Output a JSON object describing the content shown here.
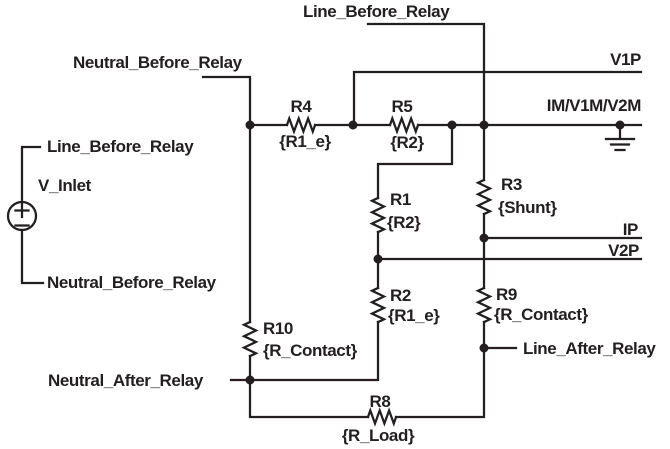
{
  "diagram": {
    "type": "circuit-schematic",
    "colors": {
      "ink": "#231f20",
      "background": "#ffffff"
    },
    "icons": {
      "ground": "earth-ground-icon",
      "voltage_source": "circle-plus-minus-source-icon"
    },
    "nets": {
      "line_before_relay_top": "Line_Before_Relay",
      "neutral_before_relay_top": "Neutral_Before_Relay",
      "v1p": "V1P",
      "im_v1m_v2m": "IM/V1M/V2M",
      "line_before_relay_inlet": "Line_Before_Relay",
      "neutral_before_relay_inlet": "Neutral_Before_Relay",
      "ip": "IP",
      "v2p": "V2P",
      "line_after_relay": "Line_After_Relay",
      "neutral_after_relay": "Neutral_After_Relay"
    },
    "source": {
      "ref": "V_Inlet",
      "plus": "+",
      "minus": "−"
    },
    "resistors": {
      "r4": {
        "ref": "R4",
        "value": "{R1_e}"
      },
      "r5": {
        "ref": "R5",
        "value": "{R2}"
      },
      "r1": {
        "ref": "R1",
        "value": "{R2}"
      },
      "r3": {
        "ref": "R3",
        "value": "{Shunt}"
      },
      "r2": {
        "ref": "R2",
        "value": "{R1_e}"
      },
      "r9": {
        "ref": "R9",
        "value": "{R_Contact}"
      },
      "r10": {
        "ref": "R10",
        "value": "{R_Contact}"
      },
      "r8": {
        "ref": "R8",
        "value": "{R_Load}"
      }
    }
  }
}
